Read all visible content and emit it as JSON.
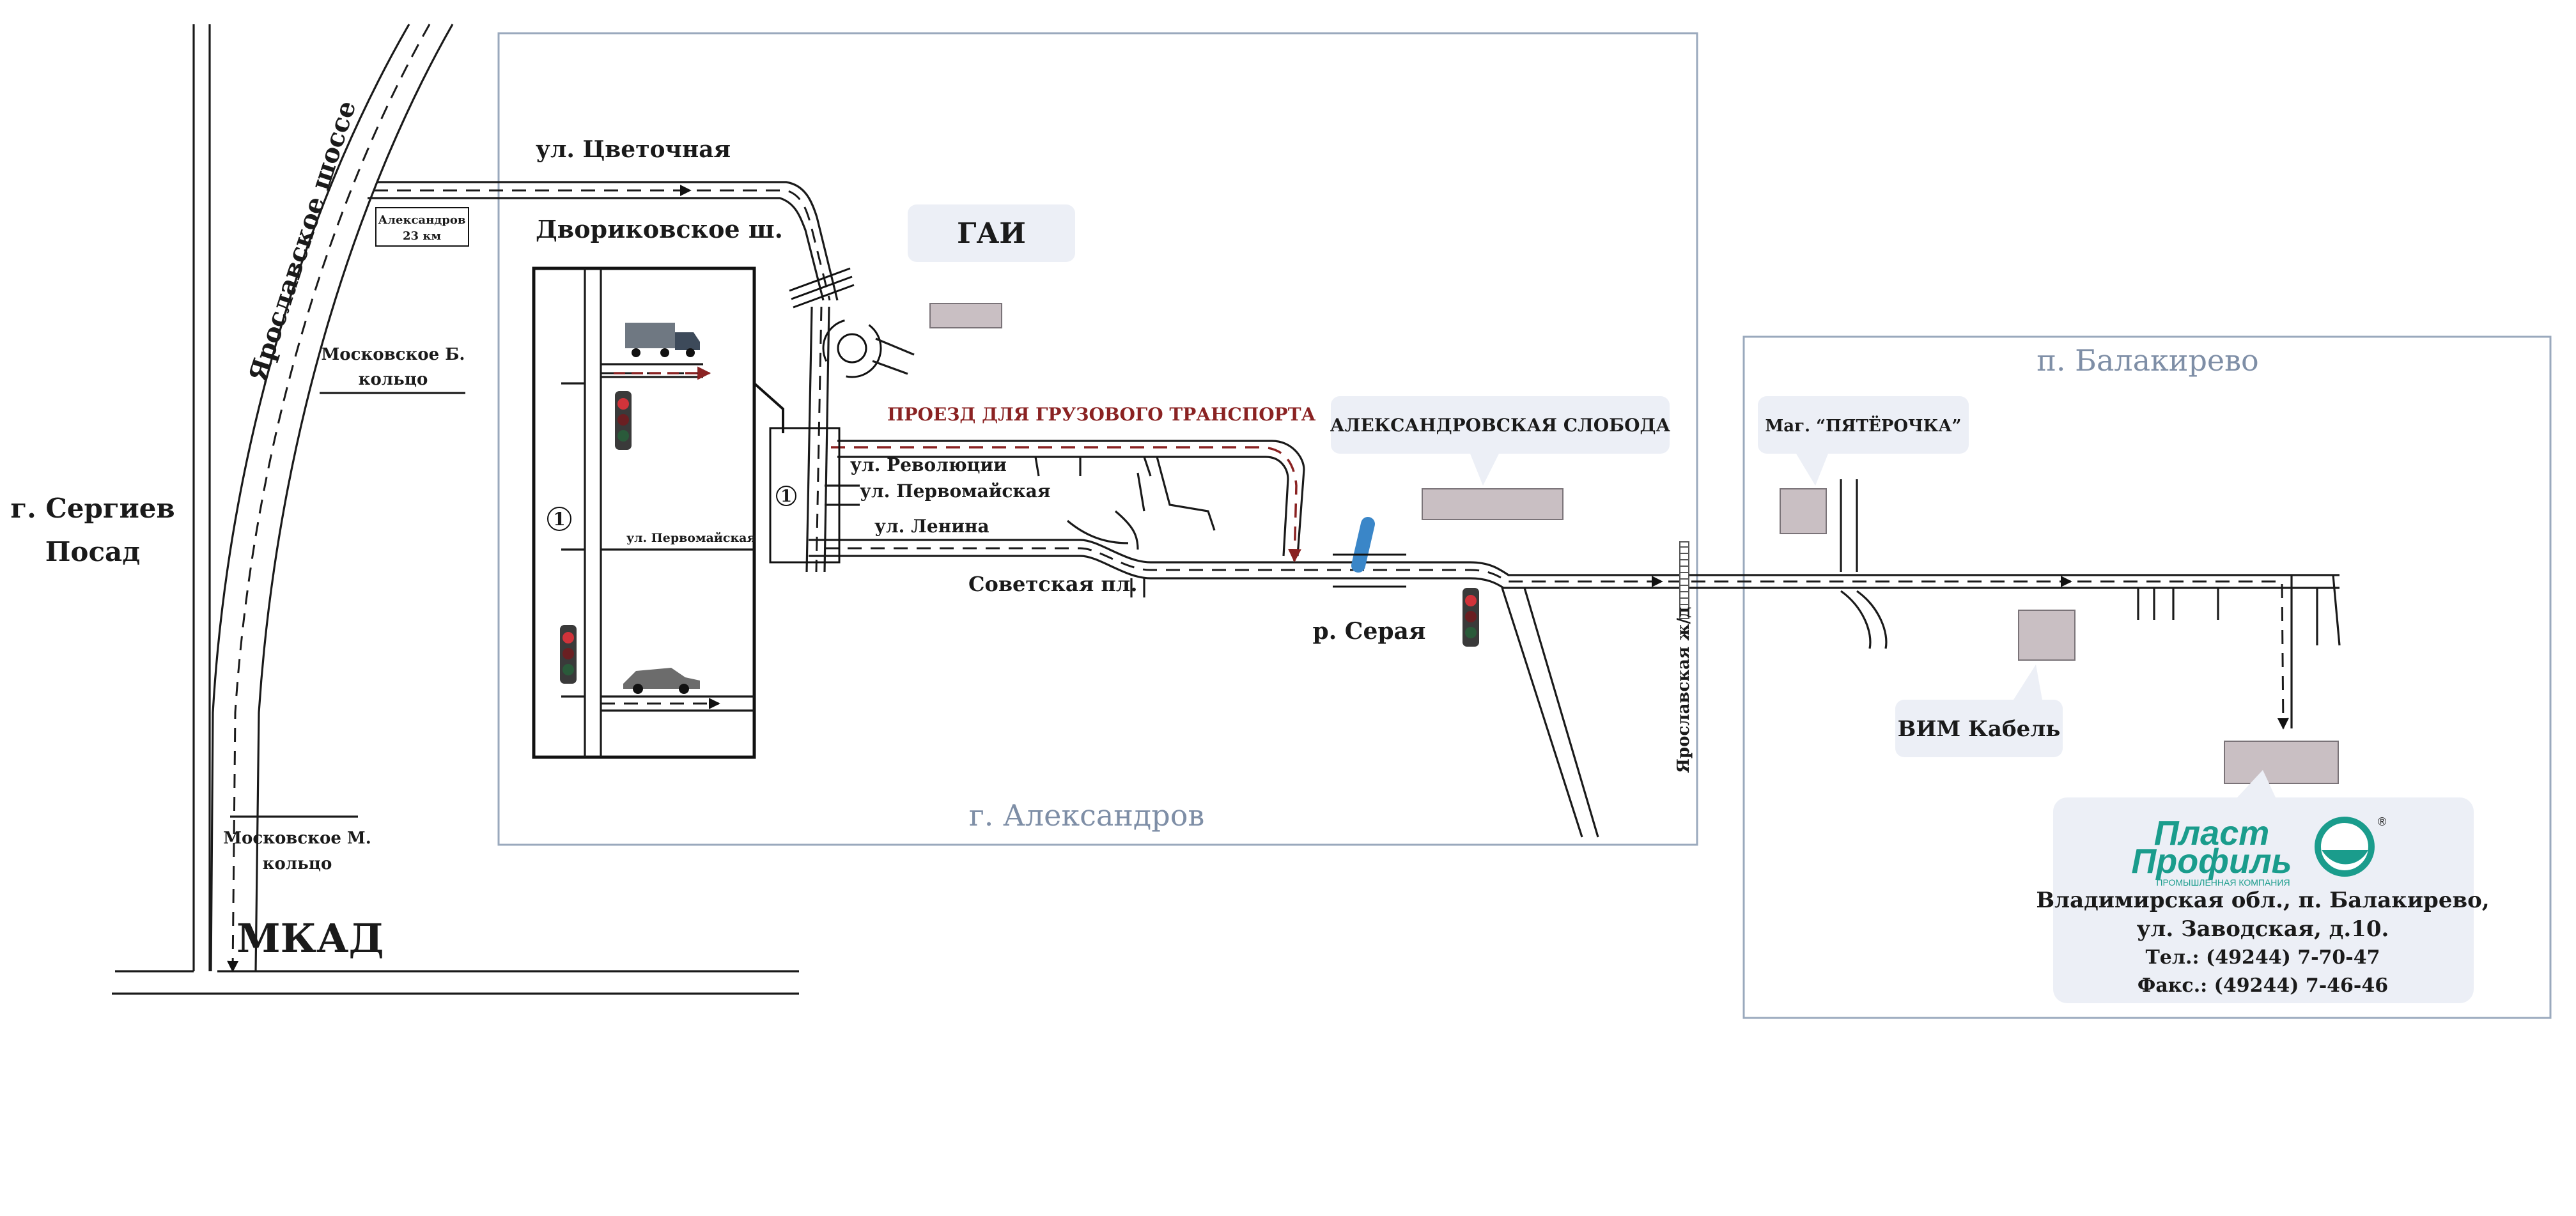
{
  "labels": {
    "sergiev_posad": [
      "г. Сергиев",
      "Посад"
    ],
    "yaroslavskoe_shosse": "Ярославское шоссе",
    "aleksandrov_sign": [
      "Александров",
      "23 км"
    ],
    "moskovskoe_b": [
      "Московское Б.",
      "кольцо"
    ],
    "moskovskoe_m": [
      "Московское М.",
      "кольцо"
    ],
    "mkad": "МКАД",
    "tsvetochnaya": "ул. Цветочная",
    "dvorikovskoe": "Двориковское ш.",
    "gai": "ГАИ",
    "truck_route": "ПРОЕЗД ДЛЯ ГРУЗОВОГО ТРАНСПОРТА",
    "revolyutsii": "ул. Революции",
    "pervomayskaya": "ул. Первомайская",
    "lenina": "ул. Ленина",
    "sovetskaya": "Советская пл.",
    "inset_pervomayskaya": "ул. Первомайская",
    "aleksandrovskaya_sloboda": "АЛЕКСАНДРОВСКАЯ СЛОБОДА",
    "river": "р. Серая",
    "railway": "Ярославская ж/д",
    "town_aleksandrov": "г. Александров",
    "balakirevo": "п. Балакирево",
    "pyaterochka": "Маг. “ПЯТЁРОЧКА”",
    "vim_kabel": "ВИМ Кабель",
    "circle_marker": "1"
  },
  "company": {
    "logo_line1": "Пласт",
    "logo_line2": "Профиль",
    "logo_tagline": "ПРОМЫШЛЕННАЯ КОМПАНИЯ",
    "registered": "®",
    "address1": "Владимирская обл., п. Балакирево,",
    "address2": "ул. Заводская, д.10.",
    "phone": "Тел.: (49244) 7-70-47",
    "fax": "Факс.: (49244) 7-46-46"
  },
  "colors": {
    "zone_border": "#9aa9bd",
    "zone_text": "#7e8ea6",
    "truck_route": "#8a2222",
    "river": "#3a86c8",
    "logo": "#1a9c8c"
  }
}
